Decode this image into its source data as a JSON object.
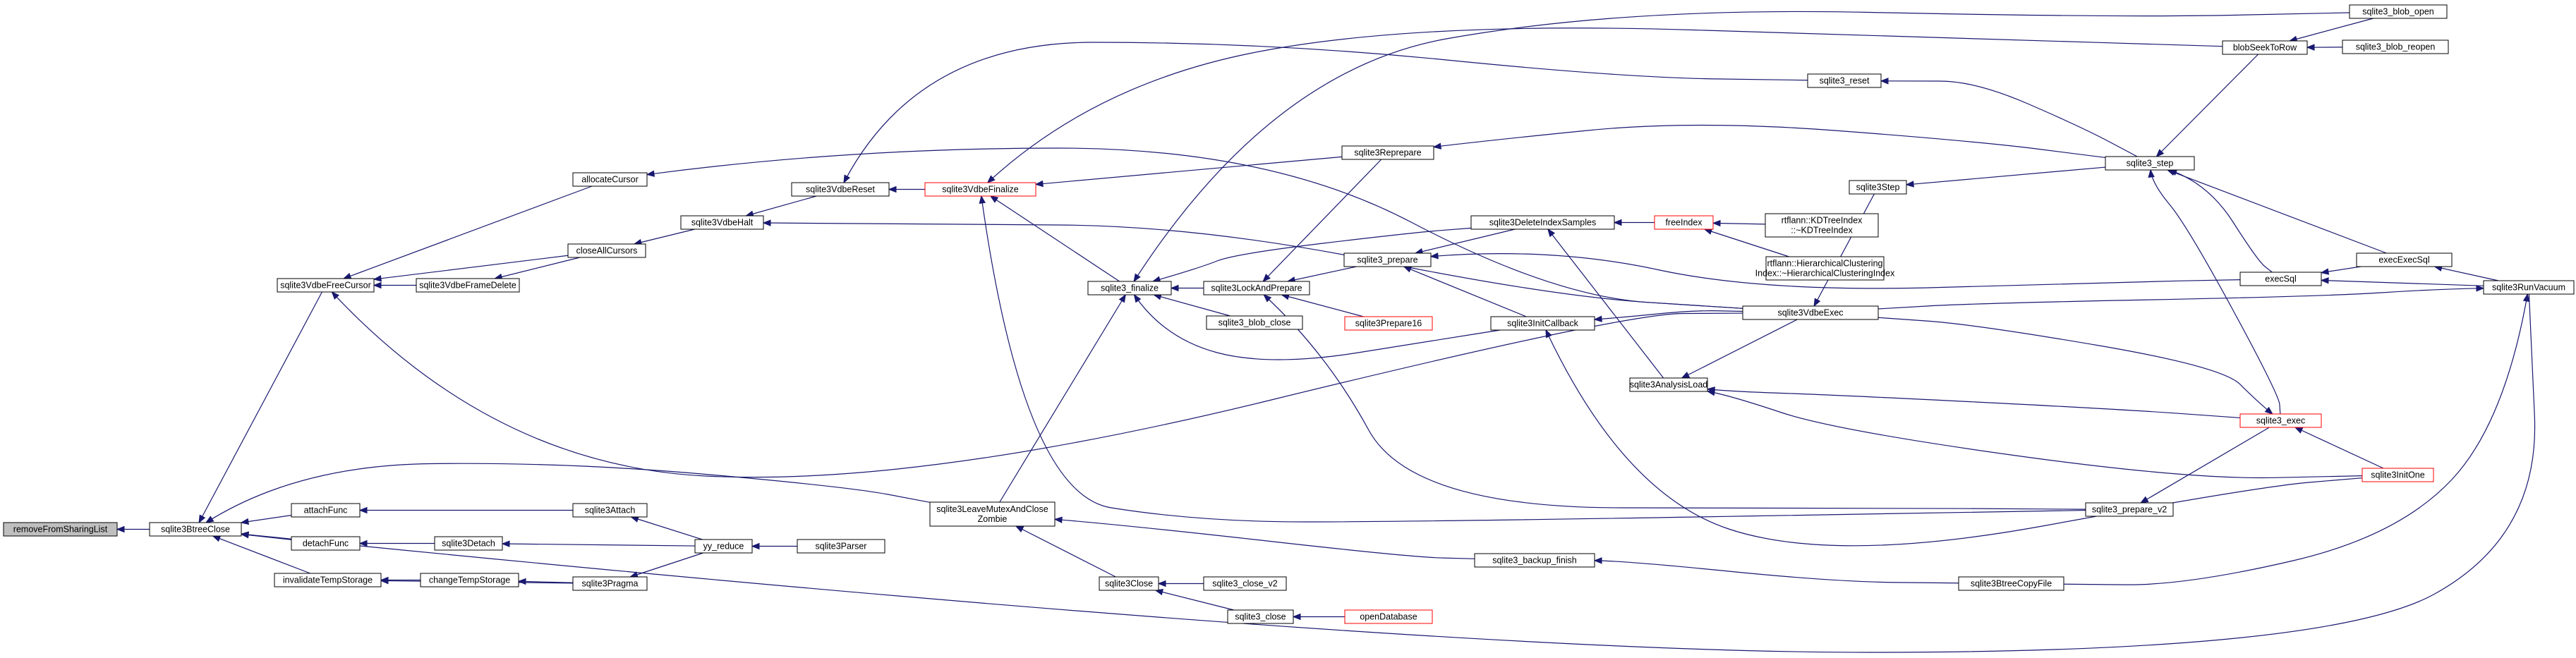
{
  "diagram": {
    "title": "",
    "colors": {
      "edge": "#191970",
      "node_fill": "#ffffff",
      "node_border": "#000000",
      "highlight_fill": "#bfbfbf",
      "truncated_border": "#ff0000"
    },
    "nodes": [
      {
        "id": "removeFromSharingList",
        "label": [
          "removeFromSharingList"
        ],
        "highlight": true
      },
      {
        "id": "sqlite3BtreeClose",
        "label": [
          "sqlite3BtreeClose"
        ]
      },
      {
        "id": "sqlite3VdbeFreeCursor",
        "label": [
          "sqlite3VdbeFreeCursor"
        ]
      },
      {
        "id": "attachFunc",
        "label": [
          "attachFunc"
        ]
      },
      {
        "id": "detachFunc",
        "label": [
          "detachFunc"
        ]
      },
      {
        "id": "invalidateTempStorage",
        "label": [
          "invalidateTempStorage"
        ]
      },
      {
        "id": "allocateCursor",
        "label": [
          "allocateCursor"
        ]
      },
      {
        "id": "sqlite3VdbeFrameDelete",
        "label": [
          "sqlite3VdbeFrameDelete"
        ]
      },
      {
        "id": "closeAllCursors",
        "label": [
          "closeAllCursors"
        ]
      },
      {
        "id": "sqlite3VdbeHalt",
        "label": [
          "sqlite3VdbeHalt"
        ]
      },
      {
        "id": "sqlite3VdbeReset",
        "label": [
          "sqlite3VdbeReset"
        ]
      },
      {
        "id": "sqlite3Attach",
        "label": [
          "sqlite3Attach"
        ]
      },
      {
        "id": "sqlite3Detach",
        "label": [
          "sqlite3Detach"
        ]
      },
      {
        "id": "changeTempStorage",
        "label": [
          "changeTempStorage"
        ]
      },
      {
        "id": "sqlite3Pragma",
        "label": [
          "sqlite3Pragma"
        ]
      },
      {
        "id": "yy_reduce",
        "label": [
          "yy_reduce"
        ]
      },
      {
        "id": "sqlite3Parser",
        "label": [
          "sqlite3Parser"
        ]
      },
      {
        "id": "sqlite3VdbeFinalize",
        "label": [
          "sqlite3VdbeFinalize"
        ],
        "truncated": true
      },
      {
        "id": "sqlite3_finalize",
        "label": [
          "sqlite3_finalize"
        ]
      },
      {
        "id": "sqlite3LeaveMutexAndCloseZombie",
        "label": [
          "sqlite3LeaveMutexAndClose",
          "Zombie"
        ]
      },
      {
        "id": "sqlite3Close",
        "label": [
          "sqlite3Close"
        ]
      },
      {
        "id": "sqlite3_close_v2",
        "label": [
          "sqlite3_close_v2"
        ]
      },
      {
        "id": "sqlite3_close",
        "label": [
          "sqlite3_close"
        ]
      },
      {
        "id": "openDatabase",
        "label": [
          "openDatabase"
        ],
        "truncated": true
      },
      {
        "id": "sqlite3LockAndPrepare",
        "label": [
          "sqlite3LockAndPrepare"
        ]
      },
      {
        "id": "sqlite3_blob_close",
        "label": [
          "sqlite3_blob_close"
        ]
      },
      {
        "id": "sqlite3Reprepare",
        "label": [
          "sqlite3Reprepare"
        ]
      },
      {
        "id": "sqlite3_prepare",
        "label": [
          "sqlite3_prepare"
        ]
      },
      {
        "id": "sqlite3Prepare16",
        "label": [
          "sqlite3Prepare16"
        ],
        "truncated": true
      },
      {
        "id": "sqlite3DeleteIndexSamples",
        "label": [
          "sqlite3DeleteIndexSamples"
        ]
      },
      {
        "id": "sqlite3InitCallback",
        "label": [
          "sqlite3InitCallback"
        ]
      },
      {
        "id": "sqlite3AnalysisLoad",
        "label": [
          "sqlite3AnalysisLoad"
        ]
      },
      {
        "id": "sqlite3VdbeExec",
        "label": [
          "sqlite3VdbeExec"
        ]
      },
      {
        "id": "sqlite3_backup_finish",
        "label": [
          "sqlite3_backup_finish"
        ]
      },
      {
        "id": "freeIndex",
        "label": [
          "freeIndex"
        ],
        "truncated": true
      },
      {
        "id": "KDTreeIndex",
        "label": [
          "rtflann::KDTreeIndex",
          "::~KDTreeIndex"
        ]
      },
      {
        "id": "HierarchicalClusteringIndex",
        "label": [
          "rtflann::HierarchicalClustering",
          "Index::~HierarchicalClusteringIndex"
        ]
      },
      {
        "id": "sqlite3_reset",
        "label": [
          "sqlite3_reset"
        ]
      },
      {
        "id": "sqlite3Step",
        "label": [
          "sqlite3Step"
        ]
      },
      {
        "id": "sqlite3_step",
        "label": [
          "sqlite3_step"
        ]
      },
      {
        "id": "sqlite3_prepare_v2",
        "label": [
          "sqlite3_prepare_v2"
        ]
      },
      {
        "id": "sqlite3_exec",
        "label": [
          "sqlite3_exec"
        ],
        "truncated": true
      },
      {
        "id": "execSql",
        "label": [
          "execSql"
        ]
      },
      {
        "id": "blobSeekToRow",
        "label": [
          "blobSeekToRow"
        ]
      },
      {
        "id": "sqlite3_blob_open",
        "label": [
          "sqlite3_blob_open"
        ]
      },
      {
        "id": "sqlite3_blob_reopen",
        "label": [
          "sqlite3_blob_reopen"
        ]
      },
      {
        "id": "execExecSql",
        "label": [
          "execExecSql"
        ]
      },
      {
        "id": "sqlite3RunVacuum",
        "label": [
          "sqlite3RunVacuum"
        ]
      },
      {
        "id": "sqlite3InitOne",
        "label": [
          "sqlite3InitOne"
        ],
        "truncated": true
      },
      {
        "id": "sqlite3BtreeCopyFile",
        "label": [
          "sqlite3BtreeCopyFile"
        ]
      }
    ],
    "edges": [
      {
        "from": "sqlite3BtreeClose",
        "to": "removeFromSharingList"
      },
      {
        "from": "sqlite3VdbeFreeCursor",
        "to": "sqlite3BtreeClose"
      },
      {
        "from": "attachFunc",
        "to": "sqlite3BtreeClose"
      },
      {
        "from": "detachFunc",
        "to": "sqlite3BtreeClose"
      },
      {
        "from": "invalidateTempStorage",
        "to": "sqlite3BtreeClose"
      },
      {
        "from": "sqlite3LeaveMutexAndCloseZombie",
        "to": "sqlite3BtreeClose"
      },
      {
        "from": "sqlite3RunVacuum",
        "to": "sqlite3BtreeClose"
      },
      {
        "from": "allocateCursor",
        "to": "sqlite3VdbeFreeCursor"
      },
      {
        "from": "sqlite3VdbeFrameDelete",
        "to": "sqlite3VdbeFreeCursor"
      },
      {
        "from": "closeAllCursors",
        "to": "sqlite3VdbeFreeCursor"
      },
      {
        "from": "sqlite3VdbeExec",
        "to": "sqlite3VdbeFreeCursor"
      },
      {
        "from": "sqlite3VdbeExec",
        "to": "allocateCursor"
      },
      {
        "from": "closeAllCursors",
        "to": "sqlite3VdbeFrameDelete"
      },
      {
        "from": "sqlite3VdbeHalt",
        "to": "closeAllCursors"
      },
      {
        "from": "sqlite3VdbeReset",
        "to": "sqlite3VdbeHalt"
      },
      {
        "from": "sqlite3VdbeExec",
        "to": "sqlite3VdbeHalt"
      },
      {
        "from": "sqlite3VdbeFinalize",
        "to": "sqlite3VdbeReset"
      },
      {
        "from": "sqlite3_reset",
        "to": "sqlite3VdbeReset"
      },
      {
        "from": "sqlite3Attach",
        "to": "attachFunc"
      },
      {
        "from": "sqlite3Detach",
        "to": "detachFunc"
      },
      {
        "from": "changeTempStorage",
        "to": "invalidateTempStorage"
      },
      {
        "from": "sqlite3Pragma",
        "to": "invalidateTempStorage"
      },
      {
        "from": "yy_reduce",
        "to": "sqlite3Attach"
      },
      {
        "from": "yy_reduce",
        "to": "sqlite3Detach"
      },
      {
        "from": "sqlite3Pragma",
        "to": "changeTempStorage"
      },
      {
        "from": "yy_reduce",
        "to": "sqlite3Pragma"
      },
      {
        "from": "sqlite3Parser",
        "to": "yy_reduce"
      },
      {
        "from": "sqlite3_finalize",
        "to": "sqlite3VdbeFinalize"
      },
      {
        "from": "sqlite3Reprepare",
        "to": "sqlite3VdbeFinalize"
      },
      {
        "from": "sqlite3_prepare_v2",
        "to": "sqlite3VdbeFinalize"
      },
      {
        "from": "blobSeekToRow",
        "to": "sqlite3VdbeFinalize"
      },
      {
        "from": "sqlite3_blob_open",
        "to": "sqlite3_finalize"
      },
      {
        "from": "sqlite3LockAndPrepare",
        "to": "sqlite3_finalize"
      },
      {
        "from": "sqlite3_blob_close",
        "to": "sqlite3_finalize"
      },
      {
        "from": "sqlite3InitCallback",
        "to": "sqlite3_finalize"
      },
      {
        "from": "sqlite3DeleteIndexSamples",
        "to": "sqlite3_finalize"
      },
      {
        "from": "sqlite3LeaveMutexAndCloseZombie",
        "to": "sqlite3_finalize"
      },
      {
        "from": "sqlite3Close",
        "to": "sqlite3LeaveMutexAndCloseZombie"
      },
      {
        "from": "sqlite3_backup_finish",
        "to": "sqlite3LeaveMutexAndCloseZombie"
      },
      {
        "from": "sqlite3_close_v2",
        "to": "sqlite3Close"
      },
      {
        "from": "sqlite3_close",
        "to": "sqlite3Close"
      },
      {
        "from": "openDatabase",
        "to": "sqlite3_close"
      },
      {
        "from": "sqlite3Reprepare",
        "to": "sqlite3LockAndPrepare"
      },
      {
        "from": "sqlite3_prepare",
        "to": "sqlite3LockAndPrepare"
      },
      {
        "from": "sqlite3Prepare16",
        "to": "sqlite3LockAndPrepare"
      },
      {
        "from": "sqlite3_prepare_v2",
        "to": "sqlite3LockAndPrepare"
      },
      {
        "from": "sqlite3_step",
        "to": "sqlite3Reprepare"
      },
      {
        "from": "sqlite3InitCallback",
        "to": "sqlite3_prepare"
      },
      {
        "from": "sqlite3DeleteIndexSamples",
        "to": "sqlite3_prepare"
      },
      {
        "from": "execSql",
        "to": "sqlite3_prepare"
      },
      {
        "from": "sqlite3VdbeExec",
        "to": "sqlite3InitCallback"
      },
      {
        "from": "sqlite3InitOne",
        "to": "sqlite3InitCallback"
      },
      {
        "from": "sqlite3AnalysisLoad",
        "to": "sqlite3DeleteIndexSamples"
      },
      {
        "from": "freeIndex",
        "to": "sqlite3DeleteIndexSamples"
      },
      {
        "from": "KDTreeIndex",
        "to": "freeIndex"
      },
      {
        "from": "HierarchicalClusteringIndex",
        "to": "freeIndex"
      },
      {
        "from": "sqlite3VdbeExec",
        "to": "sqlite3AnalysisLoad"
      },
      {
        "from": "sqlite3InitOne",
        "to": "sqlite3AnalysisLoad"
      },
      {
        "from": "sqlite3_exec",
        "to": "sqlite3AnalysisLoad"
      },
      {
        "from": "sqlite3Step",
        "to": "sqlite3VdbeExec"
      },
      {
        "from": "sqlite3BtreeCopyFile",
        "to": "sqlite3_backup_finish"
      },
      {
        "from": "sqlite3_step",
        "to": "sqlite3_reset"
      },
      {
        "from": "sqlite3_step",
        "to": "sqlite3Step"
      },
      {
        "from": "blobSeekToRow",
        "to": "sqlite3_step"
      },
      {
        "from": "execSql",
        "to": "sqlite3_step"
      },
      {
        "from": "execExecSql",
        "to": "sqlite3_step"
      },
      {
        "from": "sqlite3_exec",
        "to": "sqlite3_step"
      },
      {
        "from": "sqlite3_exec",
        "to": "sqlite3_prepare_v2"
      },
      {
        "from": "sqlite3VdbeExec",
        "to": "sqlite3_exec"
      },
      {
        "from": "sqlite3InitOne",
        "to": "sqlite3_exec"
      },
      {
        "from": "sqlite3_blob_open",
        "to": "blobSeekToRow"
      },
      {
        "from": "sqlite3_blob_reopen",
        "to": "blobSeekToRow"
      },
      {
        "from": "execExecSql",
        "to": "execSql"
      },
      {
        "from": "sqlite3RunVacuum",
        "to": "execSql"
      },
      {
        "from": "sqlite3RunVacuum",
        "to": "execExecSql"
      },
      {
        "from": "sqlite3VdbeExec",
        "to": "sqlite3RunVacuum"
      },
      {
        "from": "sqlite3BtreeCopyFile",
        "to": "sqlite3RunVacuum"
      }
    ]
  }
}
